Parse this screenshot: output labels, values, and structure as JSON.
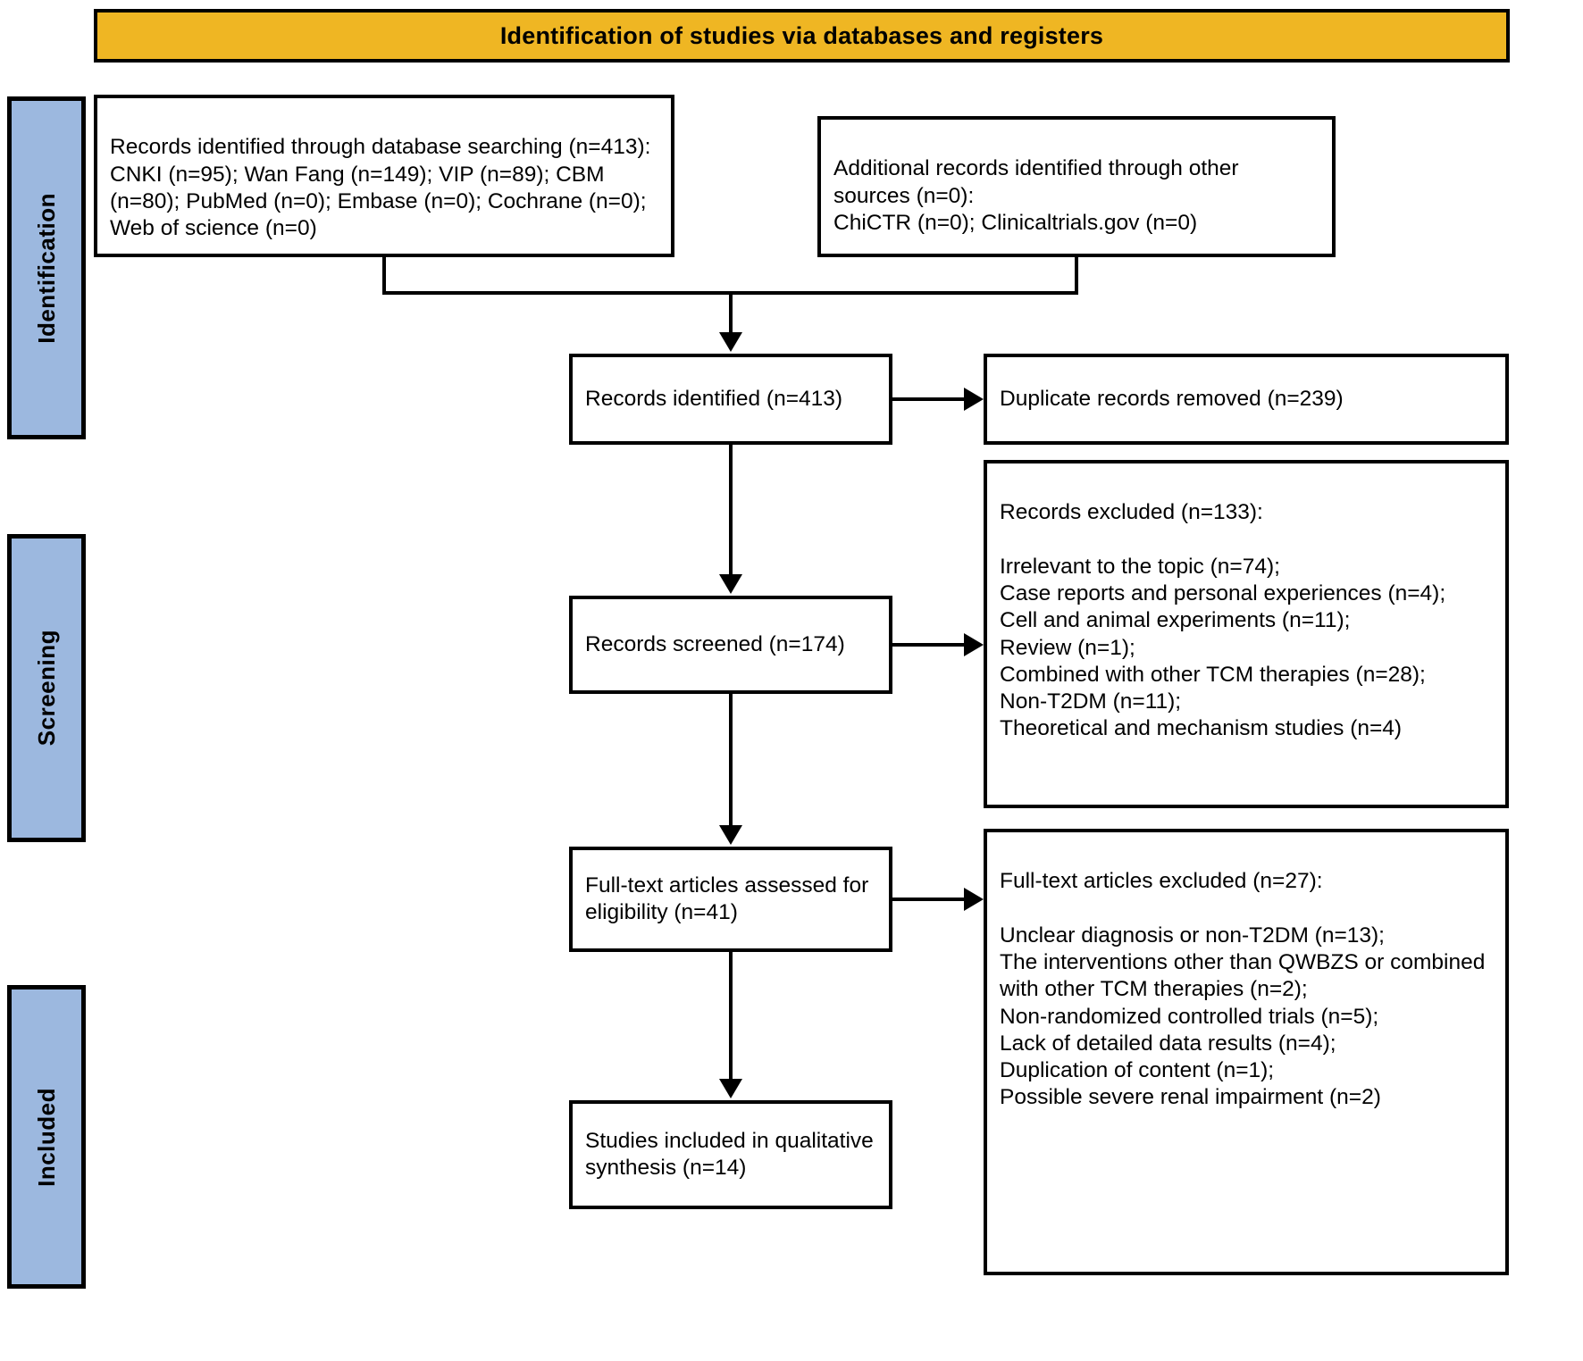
{
  "banner": {
    "title": "Identification of studies via databases and registers",
    "color": "#EFB623"
  },
  "colors": {
    "banner": "#EFB623",
    "sidebar": "#9CB8DF",
    "box_border": "#000000",
    "box_fill": "#FFFFFF"
  },
  "sidebar": {
    "items": [
      {
        "label": "Identification"
      },
      {
        "label": "Screening"
      },
      {
        "label": "Included"
      }
    ]
  },
  "boxes": {
    "database_search": "Records identified through database searching (n=413):\nCNKI (n=95); Wan Fang (n=149); VIP (n=89); CBM (n=80); PubMed (n=0); Embase (n=0); Cochrane (n=0); Web of science (n=0)",
    "other_sources": "Additional records identified through other sources (n=0):\nChiCTR (n=0); Clinicaltrials.gov (n=0)",
    "records_identified": "Records identified (n=413)",
    "duplicates_removed": "Duplicate records removed (n=239)",
    "records_screened": "Records screened (n=174)",
    "records_excluded": "Records excluded (n=133):\n\nIrrelevant to the topic (n=74);\nCase reports and personal experiences (n=4);\nCell and animal experiments (n=11);\nReview (n=1);\nCombined with other TCM therapies (n=28);\nNon-T2DM (n=11);\nTheoretical and mechanism studies (n=4)",
    "fulltext_assessed": "Full-text articles assessed for eligibility (n=41)",
    "fulltext_excluded": "Full-text articles excluded (n=27):\n\nUnclear diagnosis or non-T2DM (n=13);\nThe interventions other than QWBZS or combined with other TCM therapies (n=2);\nNon-randomized controlled trials (n=5);\nLack of detailed data results (n=4);\nDuplication of content  (n=1);\nPossible severe renal impairment (n=2)",
    "studies_included": "Studies included in qualitative synthesis (n=14)"
  },
  "flow_data": {
    "type": "prisma-flow",
    "identified_total": 413,
    "databases": [
      {
        "name": "CNKI",
        "n": 95
      },
      {
        "name": "Wan Fang",
        "n": 149
      },
      {
        "name": "VIP",
        "n": 89
      },
      {
        "name": "CBM",
        "n": 80
      },
      {
        "name": "PubMed",
        "n": 0
      },
      {
        "name": "Embase",
        "n": 0
      },
      {
        "name": "Cochrane",
        "n": 0
      },
      {
        "name": "Web of science",
        "n": 0
      }
    ],
    "registers": [
      {
        "name": "ChiCTR",
        "n": 0
      },
      {
        "name": "Clinicaltrials.gov",
        "n": 0
      }
    ],
    "other_sources_total": 0,
    "duplicates_removed": 239,
    "screened": 174,
    "excluded_after_screening": 133,
    "screening_exclusion_reasons": [
      {
        "reason": "Irrelevant to the topic",
        "n": 74
      },
      {
        "reason": "Case reports and personal experiences",
        "n": 4
      },
      {
        "reason": "Cell and animal experiments",
        "n": 11
      },
      {
        "reason": "Review",
        "n": 1
      },
      {
        "reason": "Combined with other TCM therapies",
        "n": 28
      },
      {
        "reason": "Non-T2DM",
        "n": 11
      },
      {
        "reason": "Theoretical and mechanism studies",
        "n": 4
      }
    ],
    "fulltext_assessed": 41,
    "fulltext_excluded": 27,
    "fulltext_exclusion_reasons": [
      {
        "reason": "Unclear diagnosis or non-T2DM",
        "n": 13
      },
      {
        "reason": "The interventions other than QWBZS or combined with other TCM therapies",
        "n": 2
      },
      {
        "reason": "Non-randomized controlled trials",
        "n": 5
      },
      {
        "reason": "Lack of detailed data results",
        "n": 4
      },
      {
        "reason": "Duplication of content",
        "n": 1
      },
      {
        "reason": "Possible severe renal impairment",
        "n": 2
      }
    ],
    "included_qualitative": 14
  }
}
